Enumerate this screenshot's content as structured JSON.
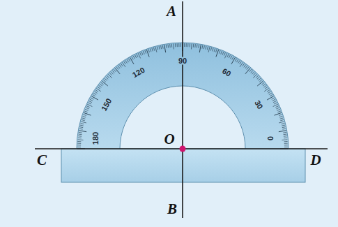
{
  "diagram": {
    "labels": [
      "A",
      "180",
      "150",
      "120",
      "90",
      "60",
      "30",
      "0",
      "O",
      "C",
      "D",
      "B"
    ]
  }
}
